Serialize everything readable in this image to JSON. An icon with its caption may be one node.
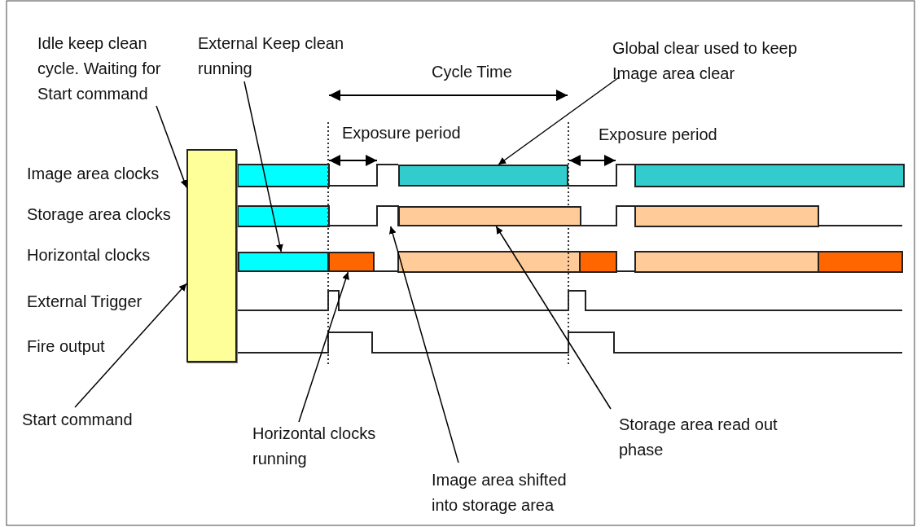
{
  "diagram": {
    "nodes": [
      {
        "text": [
          "Idle keep clean cycle. Waiting for Start command"
        ]
      },
      {
        "text": [],
        "shape": "box"
      },
      {
        "text": [
          "External Keep clean running"
        ]
      },
      {
        "text": [],
        "shape": "bar"
      },
      {
        "text": [
          "Global clear used to keep Image area clear"
        ]
      },
      {
        "text": [],
        "shape": "bar"
      },
      {
        "text": [
          "Start command"
        ]
      },
      {
        "text": [
          "Horizontal clocks running"
        ]
      },
      {
        "text": [],
        "shape": "bar"
      },
      {
        "text": [
          "Image area shifted into storage area"
        ]
      },
      {
        "text": [
          "Storage area read out phase"
        ]
      },
      {
        "text": [],
        "shape": "bar"
      },
      {
        "text": [],
        "shape": "box"
      }
    ],
    "edges": [
      {
        "from": 0,
        "to": 1,
        "arrow": "to"
      },
      {
        "from": 2,
        "to": 3,
        "arrow": "to"
      },
      {
        "from": 4,
        "to": 5,
        "arrow": "to"
      },
      {
        "from": 6,
        "to": 1,
        "arrow": "to"
      },
      {
        "from": 7,
        "to": 8,
        "arrow": "to"
      },
      {
        "from": 9,
        "to": 12,
        "arrow": "to"
      },
      {
        "from": 10,
        "to": 11,
        "arrow": "to"
      }
    ],
    "labels": [
      "Cycle Time",
      "Exposure period",
      "Exposure period",
      "Image area clocks",
      "Storage area clocks",
      "Horizontal clocks",
      "External Trigger",
      "Fire output"
    ]
  }
}
